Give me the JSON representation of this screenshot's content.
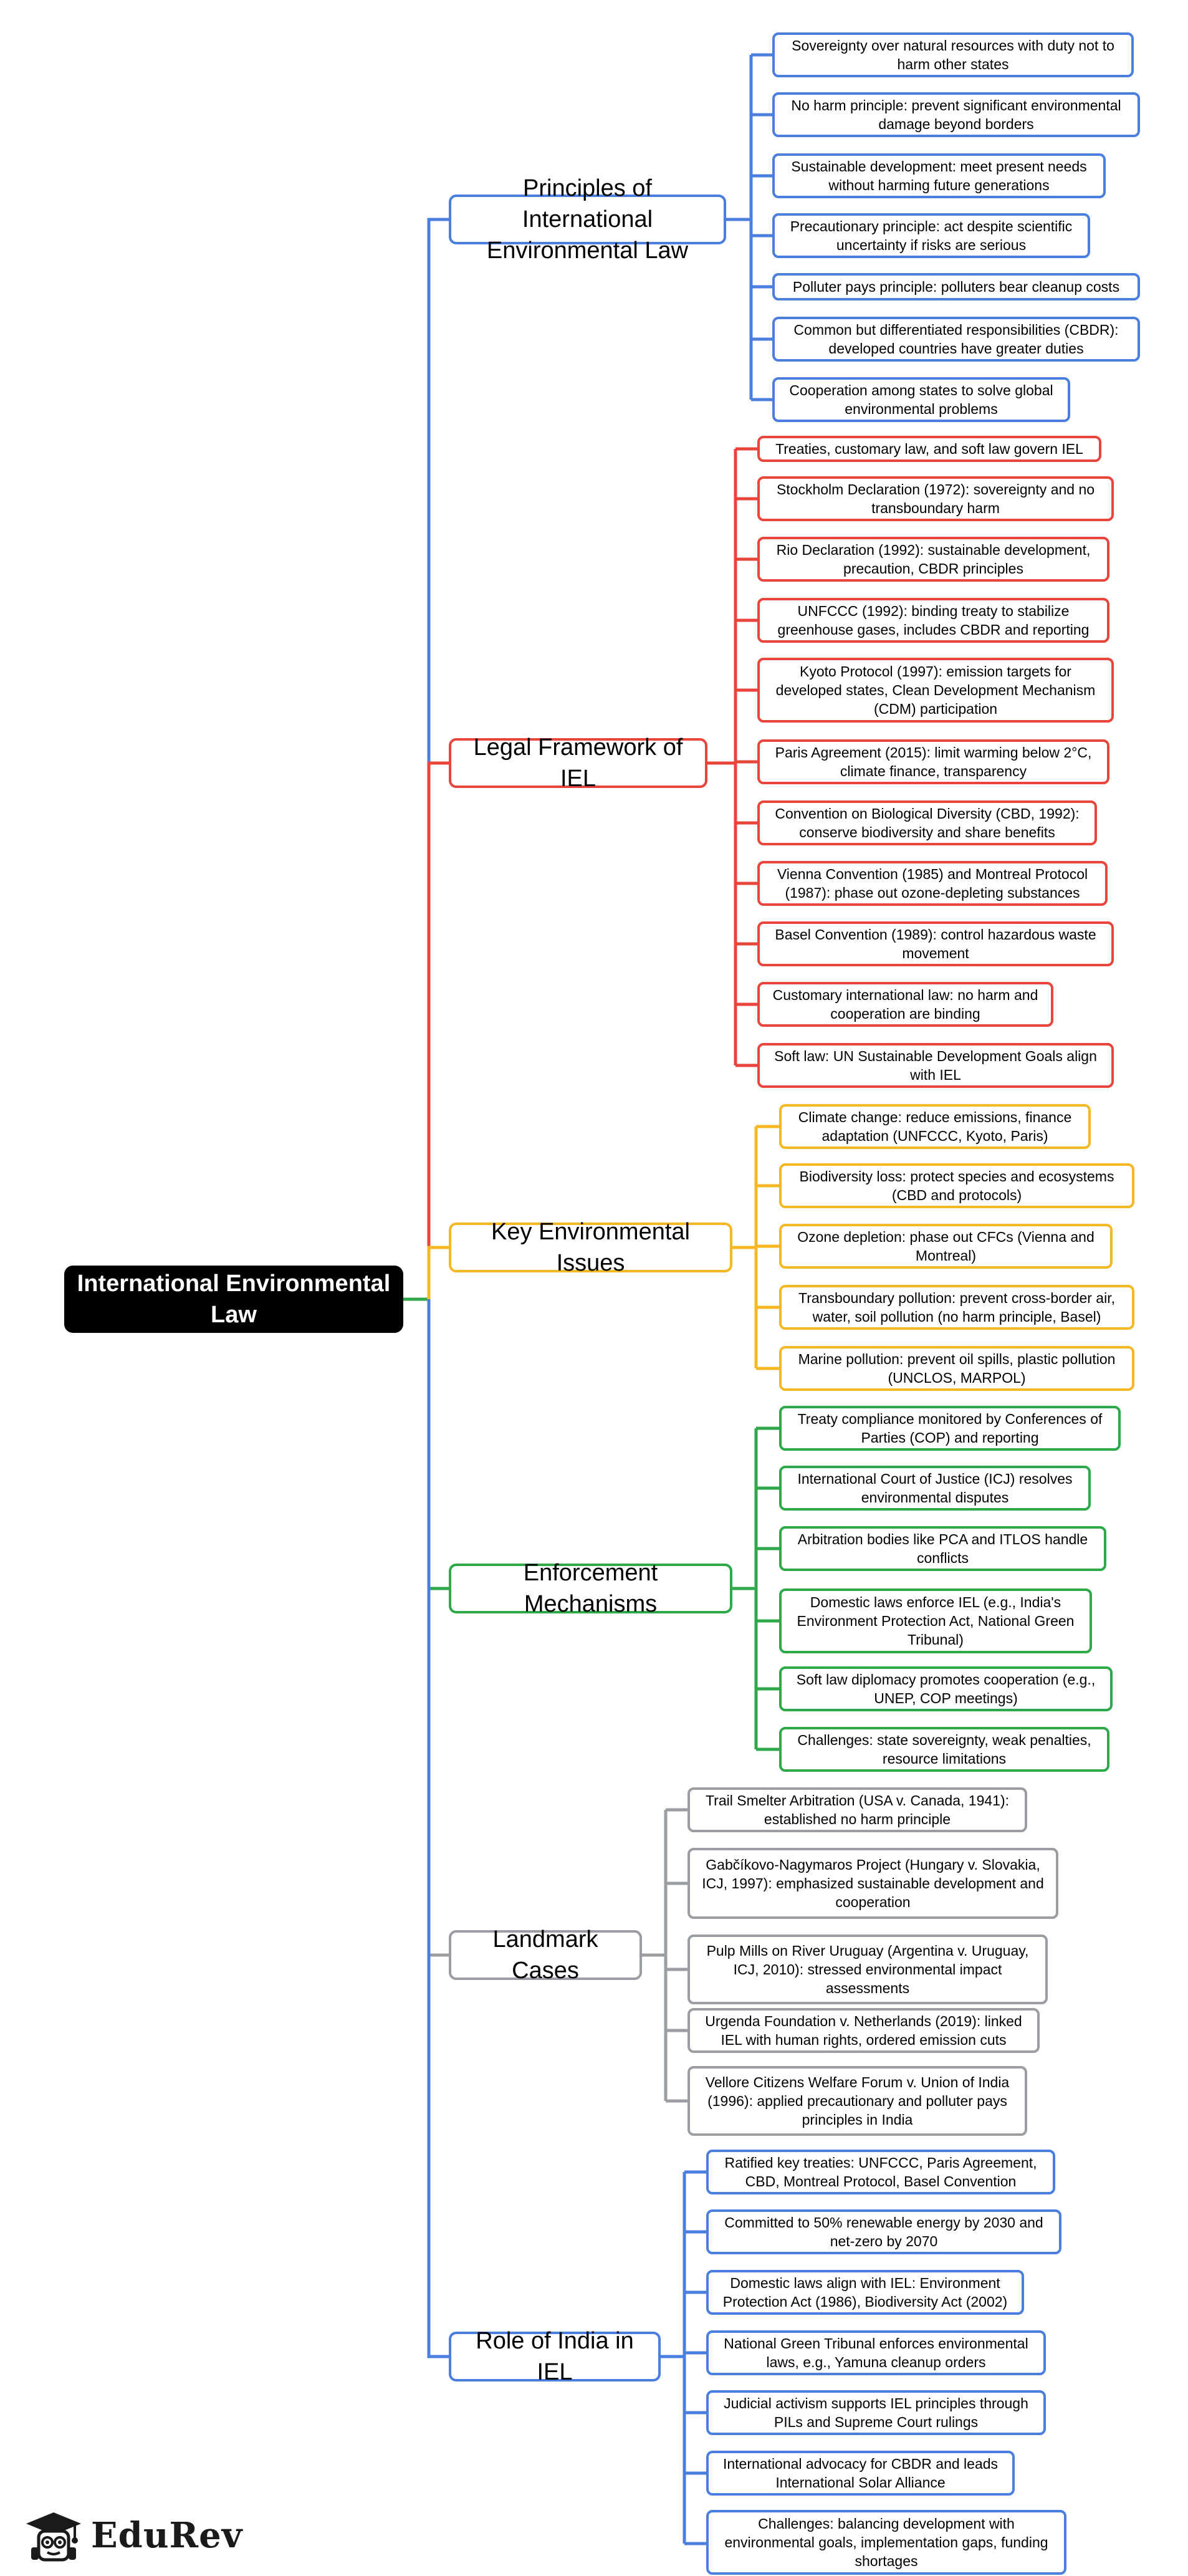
{
  "diagram": {
    "root": "International Environmental Law",
    "branches": [
      {
        "label": "Principles of International Environmental Law",
        "color": "#4a7fe0",
        "children": [
          "Sovereignty over natural resources with duty not to harm other states",
          "No harm principle: prevent significant environmental damage beyond borders",
          "Sustainable development: meet present needs without harming future generations",
          "Precautionary principle: act despite scientific uncertainty if risks are serious",
          "Polluter pays principle: polluters bear cleanup costs",
          "Common but differentiated responsibilities (CBDR): developed countries have greater duties",
          "Cooperation among states to solve global environmental problems"
        ]
      },
      {
        "label": "Legal Framework of IEL",
        "color": "#e8453c",
        "children": [
          "Treaties, customary law, and soft law govern IEL",
          "Stockholm Declaration (1972): sovereignty and no transboundary harm",
          "Rio Declaration (1992): sustainable development, precaution, CBDR principles",
          "UNFCCC (1992): binding treaty to stabilize greenhouse gases, includes CBDR and reporting",
          "Kyoto Protocol (1997): emission targets for developed states, Clean Development Mechanism (CDM) participation",
          "Paris Agreement (2015): limit warming below 2°C, climate finance, transparency",
          "Convention on Biological Diversity (CBD, 1992): conserve biodiversity and share benefits",
          "Vienna Convention (1985) and Montreal Protocol (1987): phase out ozone-depleting substances",
          "Basel Convention (1989): control hazardous waste movement",
          "Customary international law: no harm and cooperation are binding",
          "Soft law: UN Sustainable Development Goals align with IEL"
        ]
      },
      {
        "label": "Key Environmental Issues",
        "color": "#f5b824",
        "children": [
          "Climate change: reduce emissions, finance adaptation (UNFCCC, Kyoto, Paris)",
          "Biodiversity loss: protect species and ecosystems (CBD and protocols)",
          "Ozone depletion: phase out CFCs (Vienna and Montreal)",
          "Transboundary pollution: prevent cross-border air, water, soil pollution (no harm principle, Basel)",
          "Marine pollution: prevent oil spills, plastic pollution (UNCLOS, MARPOL)"
        ]
      },
      {
        "label": "Enforcement Mechanisms",
        "color": "#2da94a",
        "children": [
          "Treaty compliance monitored by Conferences of Parties (COP) and reporting",
          "International Court of Justice (ICJ) resolves environmental disputes",
          "Arbitration bodies like PCA and ITLOS handle conflicts",
          "Domestic laws enforce IEL (e.g., India's Environment Protection Act, National Green Tribunal)",
          "Soft law diplomacy promotes cooperation (e.g., UNEP, COP meetings)",
          "Challenges: state sovereignty, weak penalties, resource limitations"
        ]
      },
      {
        "label": "Landmark Cases",
        "color": "#9a9ea3",
        "children": [
          "Trail Smelter Arbitration (USA v. Canada, 1941): established no harm principle",
          "Gabčíkovo-Nagymaros Project (Hungary v. Slovakia, ICJ, 1997): emphasized sustainable development and cooperation",
          "Pulp Mills on River Uruguay (Argentina v. Uruguay, ICJ, 2010): stressed environmental impact assessments",
          "Urgenda Foundation v. Netherlands (2019): linked IEL with human rights, ordered emission cuts",
          "Vellore Citizens Welfare Forum v. Union of India (1996): applied precautionary and polluter pays principles in India"
        ]
      },
      {
        "label": "Role of India in IEL",
        "color": "#4a7fe0",
        "children": [
          "Ratified key treaties: UNFCCC, Paris Agreement, CBD, Montreal Protocol, Basel Convention",
          "Committed to 50% renewable energy by 2030 and net-zero by 2070",
          "Domestic laws align with IEL: Environment Protection Act (1986), Biodiversity Act (2002)",
          "National Green Tribunal enforces environmental laws, e.g., Yamuna cleanup orders",
          "Judicial activism supports IEL principles through PILs and Supreme Court rulings",
          "International advocacy for CBDR and leads International Solar Alliance",
          "Challenges: balancing development with environmental goals, implementation gaps, funding shortages"
        ]
      }
    ]
  },
  "brand": {
    "name": "EduRev"
  }
}
